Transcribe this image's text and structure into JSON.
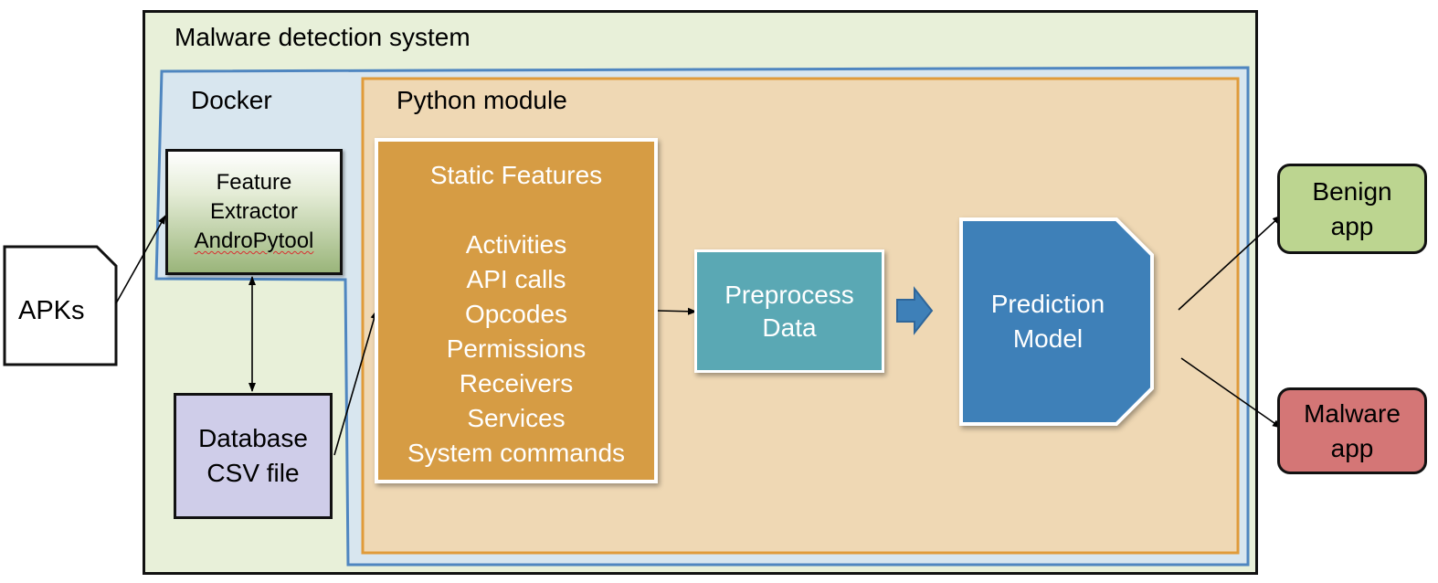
{
  "system": {
    "label": "Malware detection system"
  },
  "docker": {
    "label": "Docker"
  },
  "python_module": {
    "label": "Python module"
  },
  "input": {
    "label": "APKs"
  },
  "feature_extractor": {
    "lines": [
      "Feature",
      "Extractor",
      "AndroPytool"
    ]
  },
  "database": {
    "lines": [
      "Database",
      "CSV file"
    ]
  },
  "static_features": {
    "title": "Static Features",
    "items": [
      "Activities",
      "API calls",
      "Opcodes",
      "Permissions",
      "Receivers",
      "Services",
      "System commands"
    ]
  },
  "preprocess": {
    "lines": [
      "Preprocess",
      "Data"
    ]
  },
  "prediction": {
    "lines": [
      "Prediction",
      "Model"
    ]
  },
  "outputs": {
    "benign": {
      "lines": [
        "Benign",
        "app"
      ]
    },
    "malware": {
      "lines": [
        "Malware",
        "app"
      ]
    }
  },
  "colors": {
    "system_bg": "#e8f0d9",
    "docker_bg": "#d8e6ef",
    "docker_border": "#4f86c0",
    "python_bg": "#efd8b4",
    "python_border": "#e09b3a",
    "static_bg": "#d69c44",
    "preprocess_bg": "#5aa8b4",
    "prediction_bg": "#3e80b8",
    "database_bg": "#cfcde9",
    "benign_bg": "#bcd590",
    "malware_bg": "#d47676"
  }
}
